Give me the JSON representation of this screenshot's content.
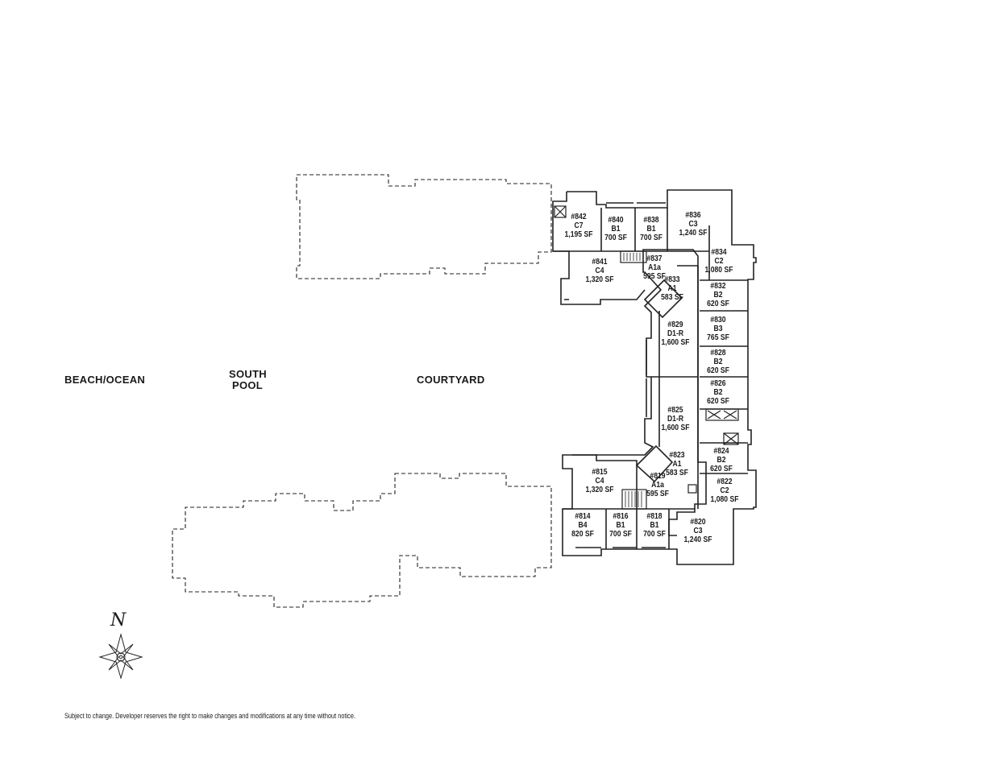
{
  "zones": {
    "beach": "BEACH/OCEAN",
    "south_pool_1": "SOUTH",
    "south_pool_2": "POOL",
    "courtyard": "COURTYARD"
  },
  "units": [
    {
      "num": "#842",
      "type": "C7",
      "area": "1,195 SF"
    },
    {
      "num": "#840",
      "type": "B1",
      "area": "700 SF"
    },
    {
      "num": "#838",
      "type": "B1",
      "area": "700 SF"
    },
    {
      "num": "#836",
      "type": "C3",
      "area": "1,240 SF"
    },
    {
      "num": "#834",
      "type": "C2",
      "area": "1,080 SF"
    },
    {
      "num": "#841",
      "type": "C4",
      "area": "1,320 SF"
    },
    {
      "num": "#837",
      "type": "A1a",
      "area": "595 SF"
    },
    {
      "num": "#833",
      "type": "A1",
      "area": "583 SF"
    },
    {
      "num": "#832",
      "type": "B2",
      "area": "620 SF"
    },
    {
      "num": "#829",
      "type": "D1-R",
      "area": "1,600 SF"
    },
    {
      "num": "#830",
      "type": "B3",
      "area": "765 SF"
    },
    {
      "num": "#828",
      "type": "B2",
      "area": "620 SF"
    },
    {
      "num": "#826",
      "type": "B2",
      "area": "620 SF"
    },
    {
      "num": "#825",
      "type": "D1-R",
      "area": "1,600 SF"
    },
    {
      "num": "#823",
      "type": "A1",
      "area": "583 SF"
    },
    {
      "num": "#824",
      "type": "B2",
      "area": "620 SF"
    },
    {
      "num": "#815",
      "type": "C4",
      "area": "1,320 SF"
    },
    {
      "num": "#819",
      "type": "A1a",
      "area": "595 SF"
    },
    {
      "num": "#822",
      "type": "C2",
      "area": "1,080 SF"
    },
    {
      "num": "#814",
      "type": "B4",
      "area": "820 SF"
    },
    {
      "num": "#816",
      "type": "B1",
      "area": "700 SF"
    },
    {
      "num": "#818",
      "type": "B1",
      "area": "700 SF"
    },
    {
      "num": "#820",
      "type": "C3",
      "area": "1,240 SF"
    }
  ],
  "compass_label": "N",
  "disclaimer": "Subject to change. Developer reserves the right to make changes and modifications at any time without notice."
}
